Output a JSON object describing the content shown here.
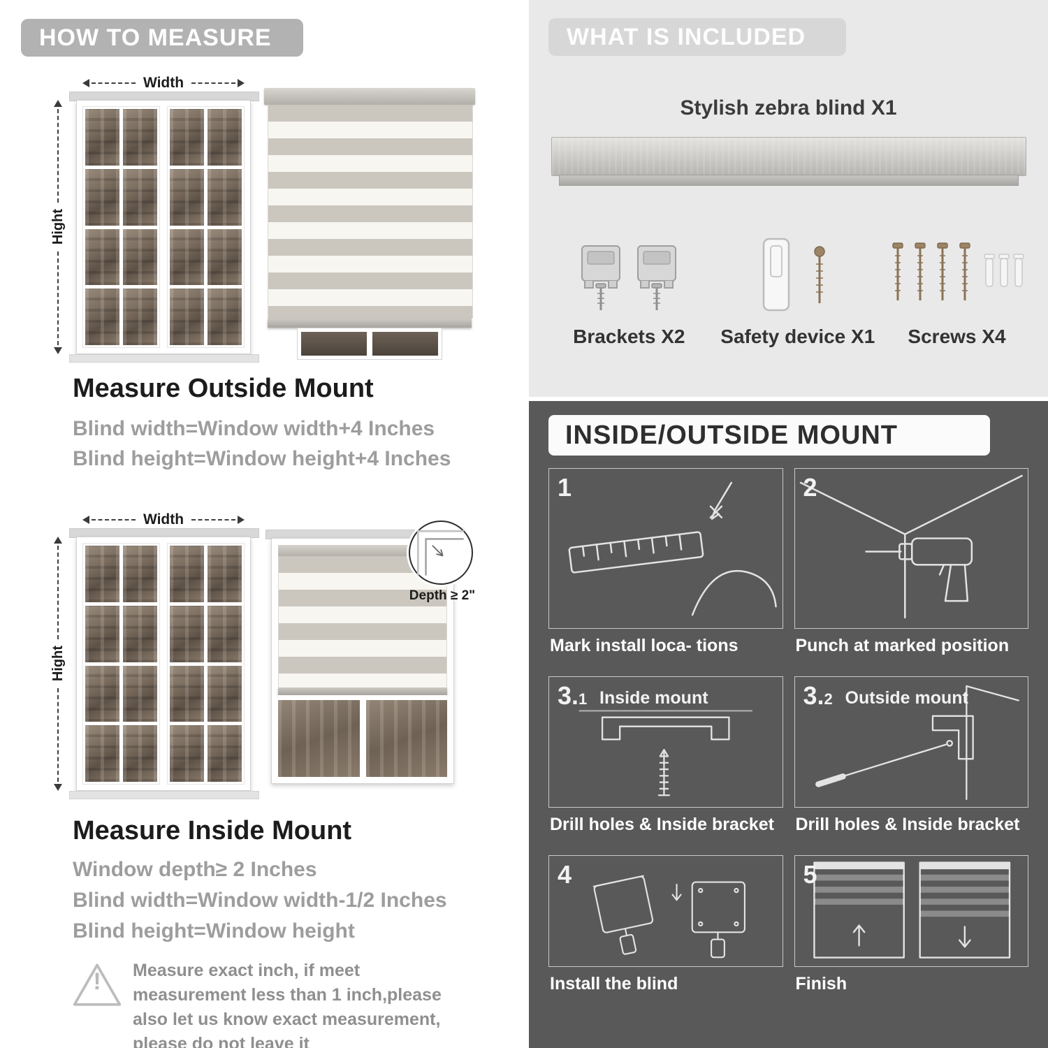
{
  "left": {
    "header": "HOW TO MEASURE",
    "outside": {
      "width_label": "Width",
      "height_label": "Hight",
      "heading": "Measure Outside Mount",
      "lines": [
        "Blind width=Window width+4 Inches",
        "Blind height=Window height+4 Inches"
      ]
    },
    "inside": {
      "width_label": "Width",
      "height_label": "Hight",
      "depth_label": "Depth ≥ 2\"",
      "heading": "Measure Inside Mount",
      "lines": [
        "Window depth≥ 2 Inches",
        "Blind width=Window width-1/2 Inches",
        "Blind height=Window height"
      ]
    },
    "warning_glyph": "!",
    "note": "Measure exact inch, if meet measurement less than 1 inch,please also let us know exact measurement, please do not leave it"
  },
  "included": {
    "header": "WHAT IS INCLUDED",
    "blind_label": "Stylish zebra blind X1",
    "items": [
      {
        "icon": "bracket-icon",
        "label": "Brackets X2"
      },
      {
        "icon": "safety-device-icon",
        "label": "Safety device X1"
      },
      {
        "icon": "screws-icon",
        "label": "Screws X4"
      }
    ]
  },
  "mount": {
    "header": "INSIDE/OUTSIDE MOUNT",
    "steps": [
      {
        "num": "1",
        "num_sub": "",
        "inner_label": "",
        "caption": "Mark install loca- tions"
      },
      {
        "num": "2",
        "num_sub": "",
        "inner_label": "",
        "caption": "Punch at  marked position"
      },
      {
        "num": "3.",
        "num_sub": "1",
        "inner_label": "Inside mount",
        "caption": "Drill holes &  Inside bracket"
      },
      {
        "num": "3.",
        "num_sub": "2",
        "inner_label": "Outside mount",
        "caption": "Drill holes &  Inside bracket"
      },
      {
        "num": "4",
        "num_sub": "",
        "inner_label": "",
        "caption": "Install the blind"
      },
      {
        "num": "5",
        "num_sub": "",
        "inner_label": "",
        "caption": "Finish"
      }
    ]
  },
  "colors": {
    "pill_gray": "#b2b2b2",
    "panel_light": "#e9e9e9",
    "panel_dark": "#595959",
    "text_gray": "#9d9d9d",
    "heading_dark": "#1f1f1f",
    "stripe_gray": "#cbc7bf",
    "stripe_light": "#f8f6f1",
    "screw_bronze": "#8a7355"
  }
}
